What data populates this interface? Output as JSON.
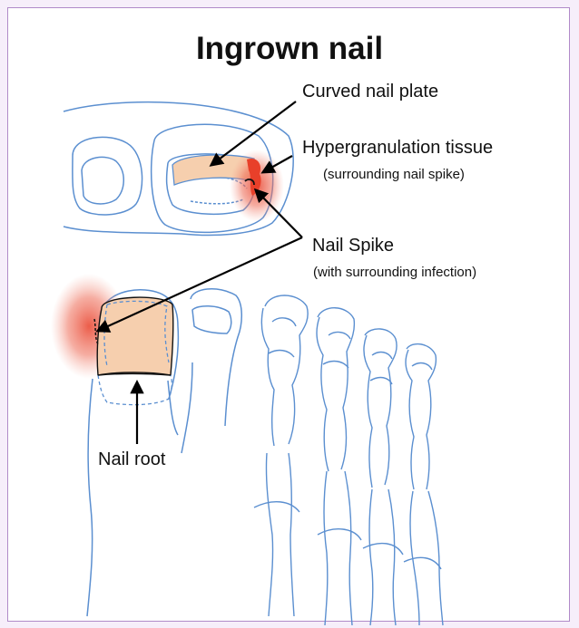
{
  "title": "Ingrown nail",
  "labels": {
    "curved_nail_plate": "Curved nail plate",
    "hypergranulation": "Hypergranulation tissue",
    "hypergranulation_sub": "(surrounding nail spike)",
    "nail_spike": "Nail Spike",
    "nail_spike_sub": "(with surrounding infection)",
    "nail_root": "Nail root"
  },
  "colors": {
    "outline": "#5b8fd0",
    "nail": "#f6cfae",
    "inflammation": "#e8402a",
    "arrow": "#000000",
    "border": "#b08ac8"
  }
}
